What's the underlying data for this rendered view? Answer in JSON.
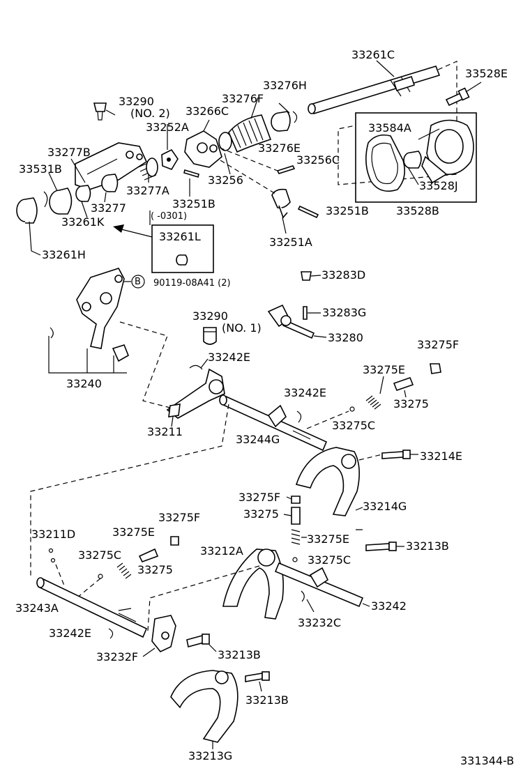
{
  "labels": {
    "l33261C": "33261C",
    "l33528E": "33528E",
    "l33276H": "33276H",
    "l33290a": "33290",
    "lNo2": "(NO. 2)",
    "l33276F": "33276F",
    "l33266C": "33266C",
    "l33252A": "33252A",
    "l33584A": "33584A",
    "l33277B": "33277B",
    "l33276E": "33276E",
    "l33531B": "33531B",
    "l33256C": "33256C",
    "l33256": "33256",
    "l33277A": "33277A",
    "l33528J": "33528J",
    "l33251Ba": "33251B",
    "l33277": "33277",
    "l33261K": "33261K",
    "lRange": "(      -0301)",
    "l33251Bb": "33251B",
    "l33528B": "33528B",
    "l33261L": "33261L",
    "l33251A": "33251A",
    "l33261H": "33261H",
    "l33283D": "33283D",
    "lB": "B",
    "l90119": "90119-08A41 (2)",
    "l33290b": "33290",
    "lNo1": "(NO. 1)",
    "l33283G": "33283G",
    "l33280": "33280",
    "l33275Fa": "33275F",
    "l33242Ea": "33242E",
    "l33240": "33240",
    "l33275Ea": "33275E",
    "l33242Eb": "33242E",
    "l33275a": "33275",
    "l33211": "33211",
    "l33275Ca": "33275C",
    "l33244G": "33244G",
    "l33214E": "33214E",
    "l33275Fb": "33275F",
    "l33214G": "33214G",
    "l33275b": "33275",
    "l33275Fc": "33275F",
    "l33211D": "33211D",
    "l33275Eb": "33275E",
    "l33275Ec": "33275E",
    "l33212A": "33212A",
    "l33213Ba": "33213B",
    "l33275Cb": "33275C",
    "l33275Cc": "33275C",
    "l33275c": "33275",
    "l33242": "33242",
    "l33243A": "33243A",
    "l33232C": "33232C",
    "l33242Ec": "33242E",
    "l33232F": "33232F",
    "l33213Bb": "33213B",
    "l33213Bc": "33213B",
    "l33213G": "33213G",
    "l331344B": "331344-B"
  }
}
